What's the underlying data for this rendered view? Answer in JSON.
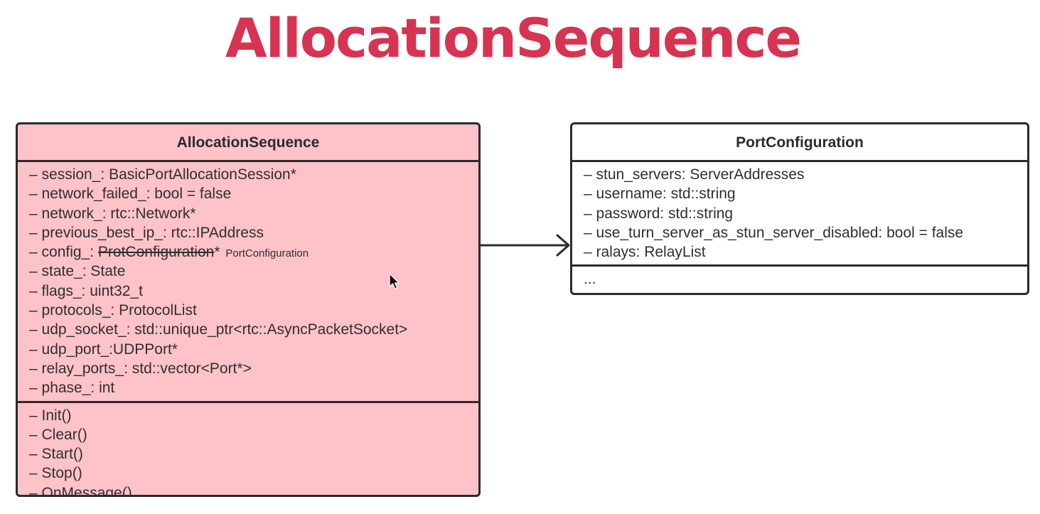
{
  "title": "AllocationSequence",
  "classes": {
    "allocation_sequence": {
      "name": "AllocationSequence",
      "attributes": [
        "– session_: BasicPortAllocationSession*",
        "– network_failed_: bool = false",
        "– network_: rtc::Network*",
        "– previous_best_ip_: rtc::IPAddress",
        {
          "prefix": "– config_: ",
          "struck": "ProtConfiguration",
          "suffix": "*",
          "note": "PortConfiguration"
        },
        "– state_: State",
        "– flags_: uint32_t",
        "– protocols_: ProtocolList",
        "– udp_socket_: std::unique_ptr<rtc::AsyncPacketSocket>",
        "– udp_port_:UDPPort*",
        "– relay_ports_: std::vector<Port*>",
        "– phase_: int"
      ],
      "methods": [
        "– Init()",
        "– Clear()",
        "– Start()",
        "– Stop()",
        "– OnMessage()"
      ],
      "fill_color": "#fec2c9"
    },
    "port_configuration": {
      "name": "PortConfiguration",
      "attributes": [
        "– stun_servers: ServerAddresses",
        "– username: std::string",
        "– password: std::string",
        "– use_turn_server_as_stun_server_disabled: bool = false",
        "– ralays: RelayList"
      ],
      "methods": [
        "..."
      ],
      "fill_color": "#ffffff"
    }
  },
  "relationship": {
    "type": "association",
    "from": "AllocationSequence",
    "to": "PortConfiguration"
  },
  "colors": {
    "title": "#d63452",
    "border": "#2b2b2b"
  }
}
